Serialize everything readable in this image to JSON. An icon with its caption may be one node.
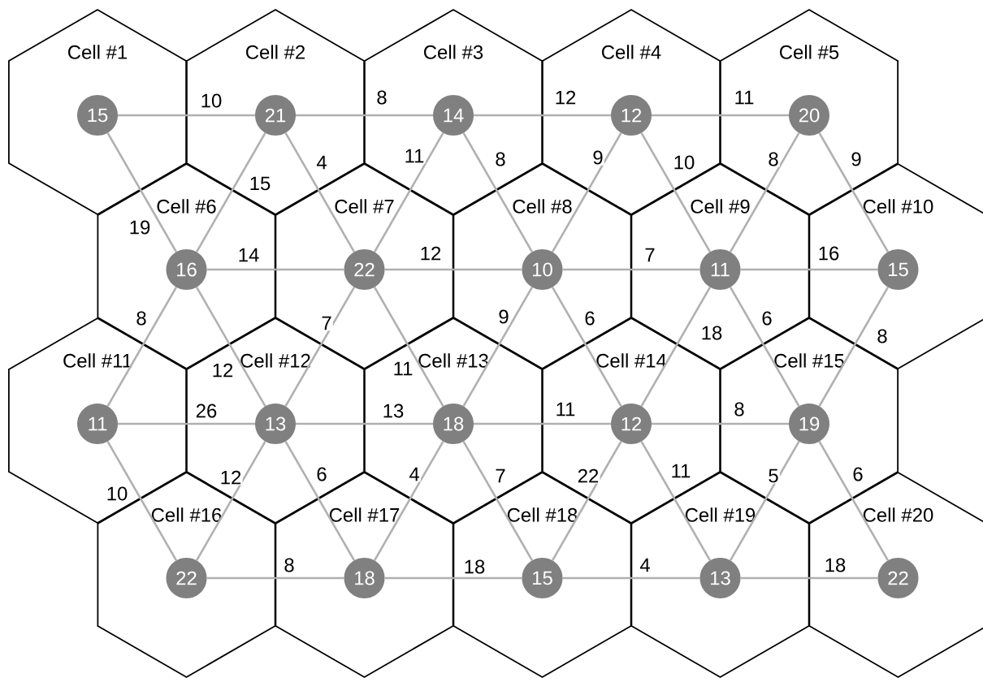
{
  "diagram": {
    "nodes": [
      {
        "text": [
          "Cell #1"
        ]
      },
      {
        "text": [
          "15"
        ],
        "in": 0
      },
      {
        "text": [
          "Cell #2"
        ]
      },
      {
        "text": [
          "21"
        ],
        "in": 2
      },
      {
        "text": [
          "Cell #3"
        ]
      },
      {
        "text": [
          "14"
        ],
        "in": 4
      },
      {
        "text": [
          "Cell #4"
        ]
      },
      {
        "text": [
          "12"
        ],
        "in": 6
      },
      {
        "text": [
          "Cell #5"
        ]
      },
      {
        "text": [
          "20"
        ],
        "in": 8
      },
      {
        "text": [
          "Cell #6"
        ]
      },
      {
        "text": [
          "16"
        ],
        "in": 10
      },
      {
        "text": [
          "Cell #7"
        ]
      },
      {
        "text": [
          "22"
        ],
        "in": 12
      },
      {
        "text": [
          "Cell #8"
        ]
      },
      {
        "text": [
          "10"
        ],
        "in": 14
      },
      {
        "text": [
          "Cell #9"
        ]
      },
      {
        "text": [
          "11"
        ],
        "in": 16
      },
      {
        "text": [
          "Cell #10"
        ]
      },
      {
        "text": [
          "15"
        ],
        "in": 18
      },
      {
        "text": [
          "Cell #11"
        ]
      },
      {
        "text": [
          "11"
        ],
        "in": 20
      },
      {
        "text": [
          "Cell #12"
        ]
      },
      {
        "text": [
          "13"
        ],
        "in": 22
      },
      {
        "text": [
          "Cell #13"
        ]
      },
      {
        "text": [
          "18"
        ],
        "in": 24
      },
      {
        "text": [
          "Cell #14"
        ]
      },
      {
        "text": [
          "12"
        ],
        "in": 26
      },
      {
        "text": [
          "Cell #15"
        ]
      },
      {
        "text": [
          "19"
        ],
        "in": 28
      },
      {
        "text": [
          "Cell #16"
        ]
      },
      {
        "text": [
          "22"
        ],
        "in": 30
      },
      {
        "text": [
          "Cell #17"
        ]
      },
      {
        "text": [
          "18"
        ],
        "in": 32
      },
      {
        "text": [
          "Cell #18"
        ]
      },
      {
        "text": [
          "15"
        ],
        "in": 34
      },
      {
        "text": [
          "Cell #19"
        ]
      },
      {
        "text": [
          "13"
        ],
        "in": 36
      },
      {
        "text": [
          "Cell #20"
        ]
      },
      {
        "text": [
          "22"
        ],
        "in": 38
      }
    ],
    "edges": [
      {
        "from": 1,
        "to": 3,
        "arrow": "none",
        "label": "10"
      },
      {
        "from": 3,
        "to": 5,
        "arrow": "none",
        "label": "8"
      },
      {
        "from": 5,
        "to": 7,
        "arrow": "none",
        "label": "12"
      },
      {
        "from": 7,
        "to": 9,
        "arrow": "none",
        "label": "11"
      },
      {
        "from": 1,
        "to": 11,
        "arrow": "none",
        "label": "19"
      },
      {
        "from": 3,
        "to": 11,
        "arrow": "none",
        "label": "15"
      },
      {
        "from": 3,
        "to": 13,
        "arrow": "none",
        "label": "4"
      },
      {
        "from": 5,
        "to": 13,
        "arrow": "none",
        "label": "11"
      },
      {
        "from": 5,
        "to": 15,
        "arrow": "none",
        "label": "8"
      },
      {
        "from": 7,
        "to": 15,
        "arrow": "none",
        "label": "9"
      },
      {
        "from": 7,
        "to": 17,
        "arrow": "none",
        "label": "10"
      },
      {
        "from": 9,
        "to": 17,
        "arrow": "none",
        "label": "8"
      },
      {
        "from": 9,
        "to": 19,
        "arrow": "none",
        "label": "9"
      },
      {
        "from": 11,
        "to": 13,
        "arrow": "none",
        "label": "14"
      },
      {
        "from": 13,
        "to": 15,
        "arrow": "none",
        "label": "12"
      },
      {
        "from": 15,
        "to": 17,
        "arrow": "none",
        "label": "7"
      },
      {
        "from": 17,
        "to": 19,
        "arrow": "none",
        "label": "16"
      },
      {
        "from": 11,
        "to": 21,
        "arrow": "none",
        "label": "8"
      },
      {
        "from": 11,
        "to": 23,
        "arrow": "none",
        "label": "12"
      },
      {
        "from": 13,
        "to": 23,
        "arrow": "none",
        "label": "7"
      },
      {
        "from": 13,
        "to": 25,
        "arrow": "none",
        "label": "11"
      },
      {
        "from": 15,
        "to": 25,
        "arrow": "none",
        "label": "9"
      },
      {
        "from": 15,
        "to": 27,
        "arrow": "none",
        "label": "6"
      },
      {
        "from": 17,
        "to": 27,
        "arrow": "none",
        "label": "18"
      },
      {
        "from": 17,
        "to": 29,
        "arrow": "none",
        "label": "6"
      },
      {
        "from": 19,
        "to": 29,
        "arrow": "none",
        "label": "8"
      },
      {
        "from": 21,
        "to": 23,
        "arrow": "none",
        "label": "26"
      },
      {
        "from": 23,
        "to": 25,
        "arrow": "none",
        "label": "13"
      },
      {
        "from": 25,
        "to": 27,
        "arrow": "none",
        "label": "11"
      },
      {
        "from": 27,
        "to": 29,
        "arrow": "none",
        "label": "8"
      },
      {
        "from": 21,
        "to": 31,
        "arrow": "none",
        "label": "10"
      },
      {
        "from": 23,
        "to": 31,
        "arrow": "none",
        "label": "12"
      },
      {
        "from": 23,
        "to": 33,
        "arrow": "none",
        "label": "6"
      },
      {
        "from": 25,
        "to": 33,
        "arrow": "none",
        "label": "4"
      },
      {
        "from": 25,
        "to": 35,
        "arrow": "none",
        "label": "7"
      },
      {
        "from": 27,
        "to": 35,
        "arrow": "none",
        "label": "22"
      },
      {
        "from": 27,
        "to": 37,
        "arrow": "none",
        "label": "11"
      },
      {
        "from": 29,
        "to": 37,
        "arrow": "none",
        "label": "5"
      },
      {
        "from": 29,
        "to": 39,
        "arrow": "none",
        "label": "6"
      },
      {
        "from": 31,
        "to": 33,
        "arrow": "none",
        "label": "8"
      },
      {
        "from": 33,
        "to": 35,
        "arrow": "none",
        "label": "18"
      },
      {
        "from": 35,
        "to": 37,
        "arrow": "none",
        "label": "4"
      },
      {
        "from": 37,
        "to": 39,
        "arrow": "none",
        "label": "18"
      }
    ]
  }
}
